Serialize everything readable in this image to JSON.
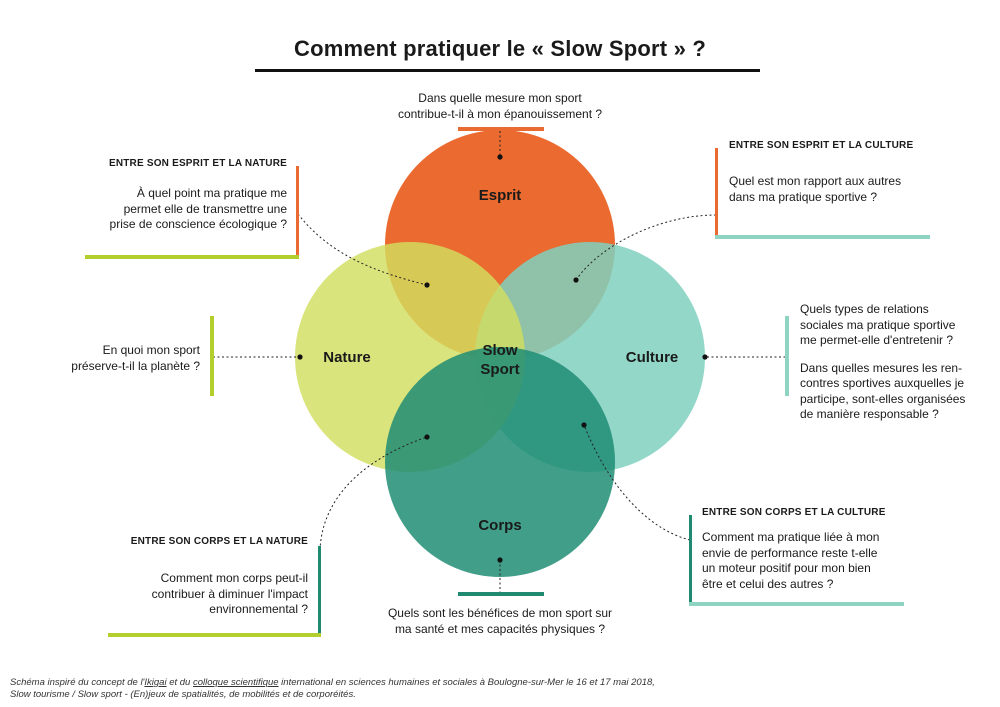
{
  "title": "Comment pratiquer le « Slow Sport » ?",
  "circles": {
    "esprit": "Esprit",
    "nature": "Nature",
    "culture": "Culture",
    "corps": "Corps",
    "center_line1": "Slow",
    "center_line2": "Sport"
  },
  "top_question": {
    "line1": "Dans quelle mesure mon sport",
    "line2": "contribue-t-il à mon épanouissement ?"
  },
  "bottom_question": {
    "line1": "Quels sont les bénéfices de mon sport sur",
    "line2": "ma santé et mes capacités physiques ?"
  },
  "esprit_nature": {
    "heading": "ENTRE SON ESPRIT ET LA NATURE",
    "line1": "À quel point ma pratique me",
    "line2": "permet elle de transmettre une",
    "line3": "prise de conscience écologique ?"
  },
  "esprit_culture": {
    "heading": "ENTRE SON ESPRIT ET LA CULTURE",
    "line1": "Quel est mon rapport aux autres",
    "line2": "dans ma pratique sportive ?"
  },
  "nature_question": {
    "line1": "En quoi mon sport",
    "line2": "préserve-t-il la planète ?"
  },
  "culture_question": {
    "p1_line1": "Quels types de relations",
    "p1_line2": "sociales ma pratique sportive",
    "p1_line3": "me permet-elle d'entretenir ?",
    "p2_line1": "Dans quelles mesures les ren-",
    "p2_line2": "contres sportives auxquelles je",
    "p2_line3": "participe, sont-elles organisées",
    "p2_line4": "de manière responsable ?"
  },
  "corps_nature": {
    "heading": "ENTRE SON CORPS ET LA NATURE",
    "line1": "Comment mon corps peut-il",
    "line2": "contribuer à diminuer l'impact",
    "line3": "environnemental ?"
  },
  "corps_culture": {
    "heading": "ENTRE SON CORPS ET LA CULTURE",
    "line1": "Comment ma pratique liée à mon",
    "line2": "envie de performance reste t-elle",
    "line3": "un moteur positif pour mon bien",
    "line4": "être et celui des autres ?"
  },
  "caption": {
    "p1": "Schéma inspiré du concept de l'",
    "link1": "Ikigai",
    "p2": " et du ",
    "link2": "colloque scientifique",
    "p3": " international en sciences humaines et sociales à Boulogne-sur-Mer le 16 et 17 mai 2018,",
    "line2": "Slow tourisme / Slow sport - (En)jeux de spatialités, de mobilités et de corporéités."
  },
  "colors": {
    "esprit": "#eb6a2f",
    "nature": "#cfdc63",
    "culture": "#7ecfbd",
    "corps": "#23907a",
    "green_bar": "#b2cf2e",
    "mint_bar": "#8fd3c2",
    "teal_bar": "#1f8a70",
    "orange_bar": "#ea6b31"
  }
}
